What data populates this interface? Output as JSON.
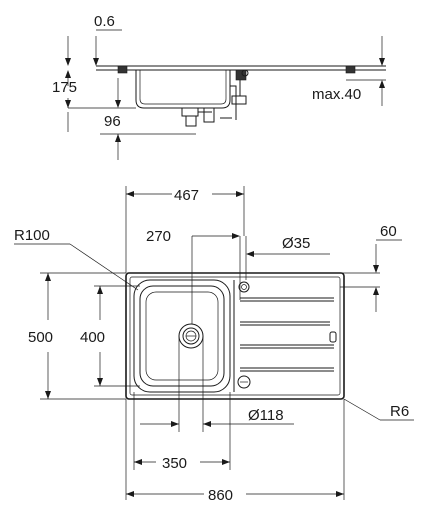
{
  "side_view": {
    "top_thickness": "0.6",
    "bowl_depth": "175",
    "drain_depth": "96",
    "max_thickness": "max.40"
  },
  "top_view": {
    "bowl_center_from_left": "467",
    "bowl_width_offset": "270",
    "corner_radius": "R100",
    "tap_hole_diameter": "Ø35",
    "tap_hole_offset": "60",
    "total_depth": "500",
    "bowl_depth": "400",
    "outer_radius": "R6",
    "cutout_diameter": "Ø118",
    "bowl_width": "350",
    "total_width": "860"
  }
}
